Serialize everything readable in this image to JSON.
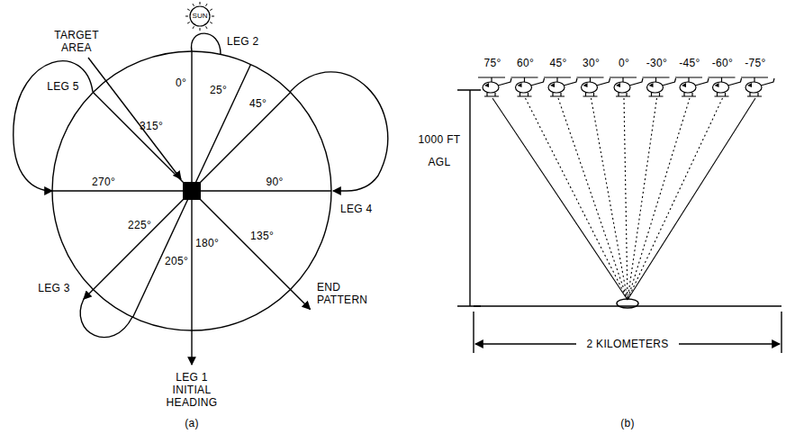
{
  "diagram": {
    "nodes": [
      {
        "text": [
          "SUN"
        ]
      }
    ],
    "labels": [
      "TARGET AREA",
      "LEG 2",
      "0°",
      "25°",
      "45°",
      "LEG 5",
      "315°",
      "270°",
      "90°",
      "LEG 4",
      "225°",
      "205°",
      "180°",
      "135°",
      "LEG 3",
      "LEG 1 INITIAL HEADING",
      "END PATTERN",
      "(a)",
      "75°",
      "60°",
      "45°",
      "30°",
      "0°",
      "-30°",
      "-45°",
      "-60°",
      "-75°",
      "1000 FT",
      "AGL",
      "2 KILOMETERS",
      "(b)"
    ]
  }
}
